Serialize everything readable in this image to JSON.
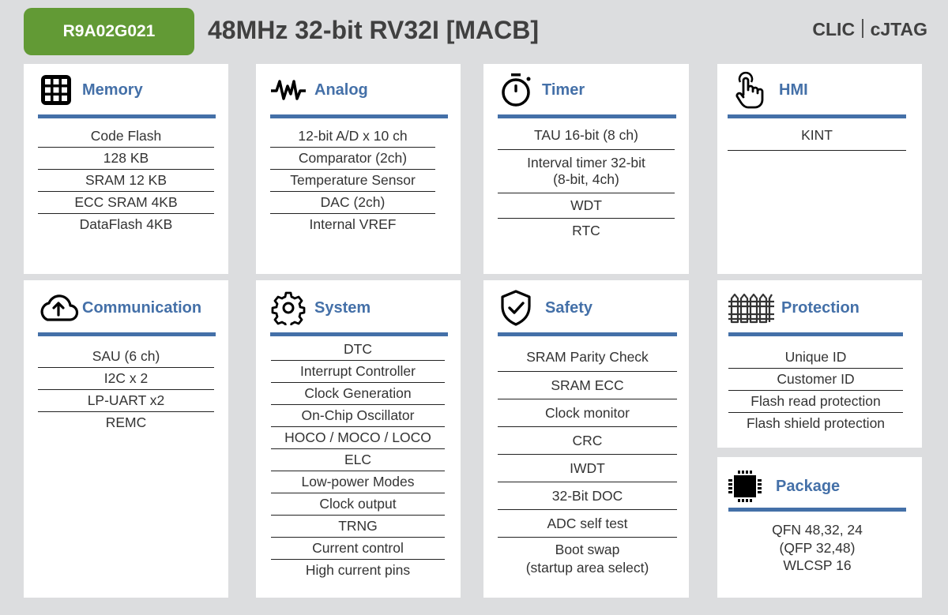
{
  "header": {
    "part_number": "R9A02G021",
    "title": "48MHz 32-bit RV32I [MACB]",
    "extras": [
      "CLIC",
      "cJTAG"
    ]
  },
  "colors": {
    "badge": "#629a35",
    "accent": "#4470a8",
    "background": "#dcdddf"
  },
  "blocks": {
    "memory": {
      "icon": "grid-icon",
      "title": "Memory",
      "items": [
        "Code Flash",
        "128 KB",
        "SRAM 12 KB",
        "ECC SRAM 4KB",
        "DataFlash 4KB"
      ]
    },
    "analog": {
      "icon": "waveform-icon",
      "title": "Analog",
      "items": [
        "12-bit A/D x 10 ch",
        "Comparator (2ch)",
        "Temperature Sensor",
        "DAC (2ch)",
        "Internal VREF"
      ]
    },
    "timer": {
      "icon": "stopwatch-icon",
      "title": "Timer",
      "items": [
        "TAU 16-bit (8 ch)",
        "Interval timer 32-bit\n(8-bit, 4ch)",
        "WDT",
        "RTC"
      ]
    },
    "hmi": {
      "icon": "touch-hand-icon",
      "title": "HMI",
      "items": [
        "KINT"
      ]
    },
    "communication": {
      "icon": "cloud-upload-icon",
      "title": "Communication",
      "items": [
        "SAU (6 ch)",
        "I2C x 2",
        "LP-UART x2",
        "REMC"
      ]
    },
    "system": {
      "icon": "gear-icon",
      "title": "System",
      "items": [
        "DTC",
        "Interrupt Controller",
        "Clock Generation",
        "On-Chip Oscillator",
        "HOCO / MOCO / LOCO",
        "ELC",
        "Low-power Modes",
        "Clock output",
        "TRNG",
        "Current control",
        "High current pins"
      ]
    },
    "safety": {
      "icon": "shield-check-icon",
      "title": "Safety",
      "items": [
        "SRAM Parity Check",
        "SRAM ECC",
        "Clock monitor",
        "CRC",
        "IWDT",
        "32-Bit DOC",
        "ADC self test",
        "Boot swap\n(startup area select)"
      ]
    },
    "protection": {
      "icon": "fence-icon",
      "title": "Protection",
      "items": [
        "Unique ID",
        "Customer ID",
        "Flash read protection",
        "Flash shield protection"
      ]
    },
    "package": {
      "icon": "chip-icon",
      "title": "Package",
      "items": [
        "QFN 48,32, 24",
        "(QFP 32,48)",
        "WLCSP 16"
      ]
    }
  }
}
